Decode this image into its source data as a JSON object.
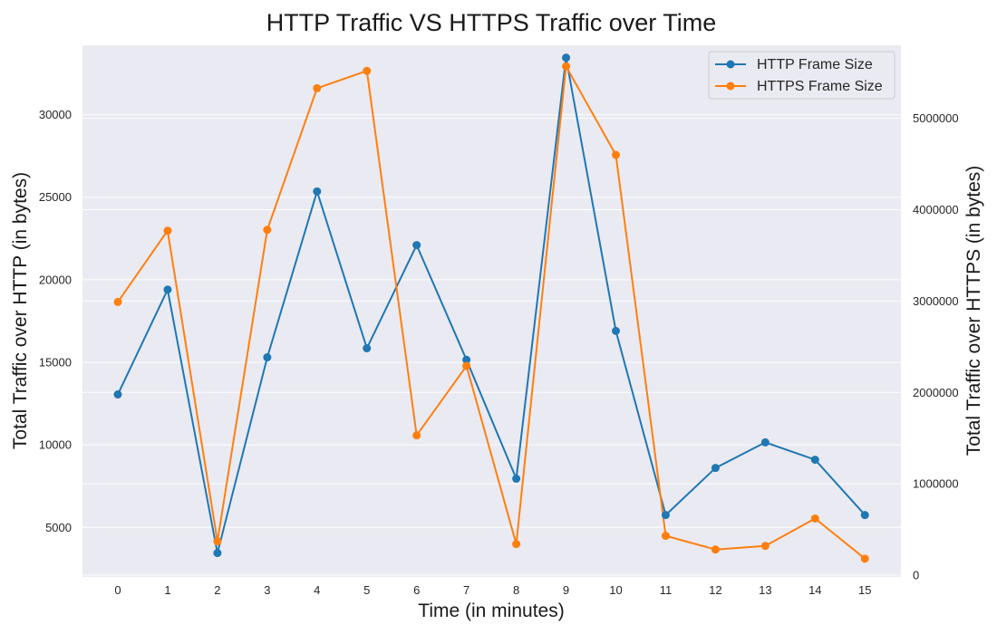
{
  "chart_data": {
    "type": "line",
    "title": "HTTP Traffic VS HTTPS Traffic over Time",
    "xlabel": "Time (in minutes)",
    "ylabel_left": "Total Traffic over HTTP (in bytes)",
    "ylabel_right": "Total Traffic over HTTPS (in bytes)",
    "x": [
      0,
      1,
      2,
      3,
      4,
      5,
      6,
      7,
      8,
      9,
      10,
      11,
      12,
      13,
      14,
      15
    ],
    "x_ticks": [
      "0",
      "1",
      "2",
      "3",
      "4",
      "5",
      "6",
      "7",
      "8",
      "9",
      "10",
      "11",
      "12",
      "13",
      "14",
      "15"
    ],
    "y_left_ticks": [
      5000,
      10000,
      15000,
      20000,
      25000,
      30000
    ],
    "y_right_ticks": [
      0,
      1000000,
      2000000,
      3000000,
      4000000,
      5000000
    ],
    "ylim_left": [
      2000,
      34200
    ],
    "ylim_right": [
      -20000,
      5800000
    ],
    "grid": true,
    "legend_position": "top-right",
    "series": [
      {
        "name": "HTTP Frame Size",
        "axis": "left",
        "color": "#1f77b4",
        "values": [
          13050,
          19400,
          3450,
          15300,
          25350,
          15850,
          22100,
          15150,
          7950,
          33450,
          16900,
          5750,
          8600,
          10150,
          9100,
          5750
        ]
      },
      {
        "name": "HTTPS Frame Size",
        "axis": "right",
        "color": "#ff7f0e",
        "values": [
          2990000,
          3770000,
          370000,
          3780000,
          5330000,
          5520000,
          1530000,
          2290000,
          340000,
          5570000,
          4600000,
          430000,
          280000,
          320000,
          620000,
          180000
        ]
      }
    ]
  }
}
